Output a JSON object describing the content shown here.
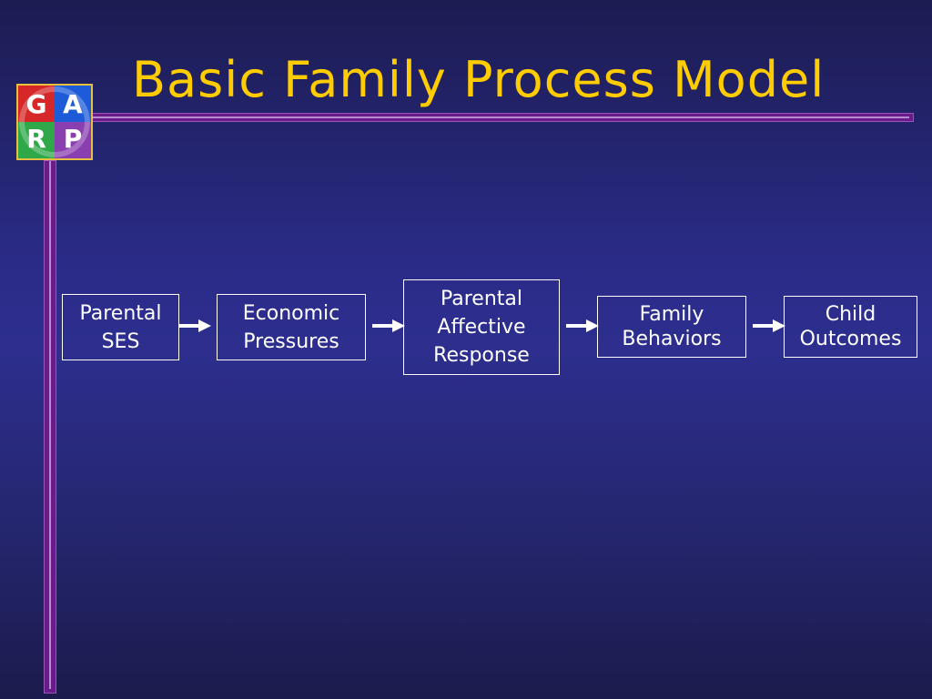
{
  "slide": {
    "title": "Basic Family Process Model",
    "logo": {
      "letters": [
        "G",
        "A",
        "R",
        "P"
      ],
      "quadrant_colors": [
        "#d62828",
        "#1e5bd8",
        "#2fa84a",
        "#8a3fb0"
      ]
    }
  },
  "diagram": {
    "nodes": [
      {
        "id": "parental-ses",
        "label": "Parental\nSES"
      },
      {
        "id": "economic-pressures",
        "label": "Economic\nPressures"
      },
      {
        "id": "parental-affective-response",
        "label": "Parental\nAffective\nResponse"
      },
      {
        "id": "family-behaviors",
        "label": "Family\nBehaviors"
      },
      {
        "id": "child-outcomes",
        "label": "Child\nOutcomes"
      }
    ],
    "edges": [
      {
        "from": "parental-ses",
        "to": "economic-pressures"
      },
      {
        "from": "economic-pressures",
        "to": "parental-affective-response"
      },
      {
        "from": "parental-affective-response",
        "to": "family-behaviors"
      },
      {
        "from": "family-behaviors",
        "to": "child-outcomes"
      }
    ]
  },
  "colors": {
    "title": "#ffcc00",
    "accent_rule": "#6a1b8a",
    "box_border": "#ffffff"
  }
}
